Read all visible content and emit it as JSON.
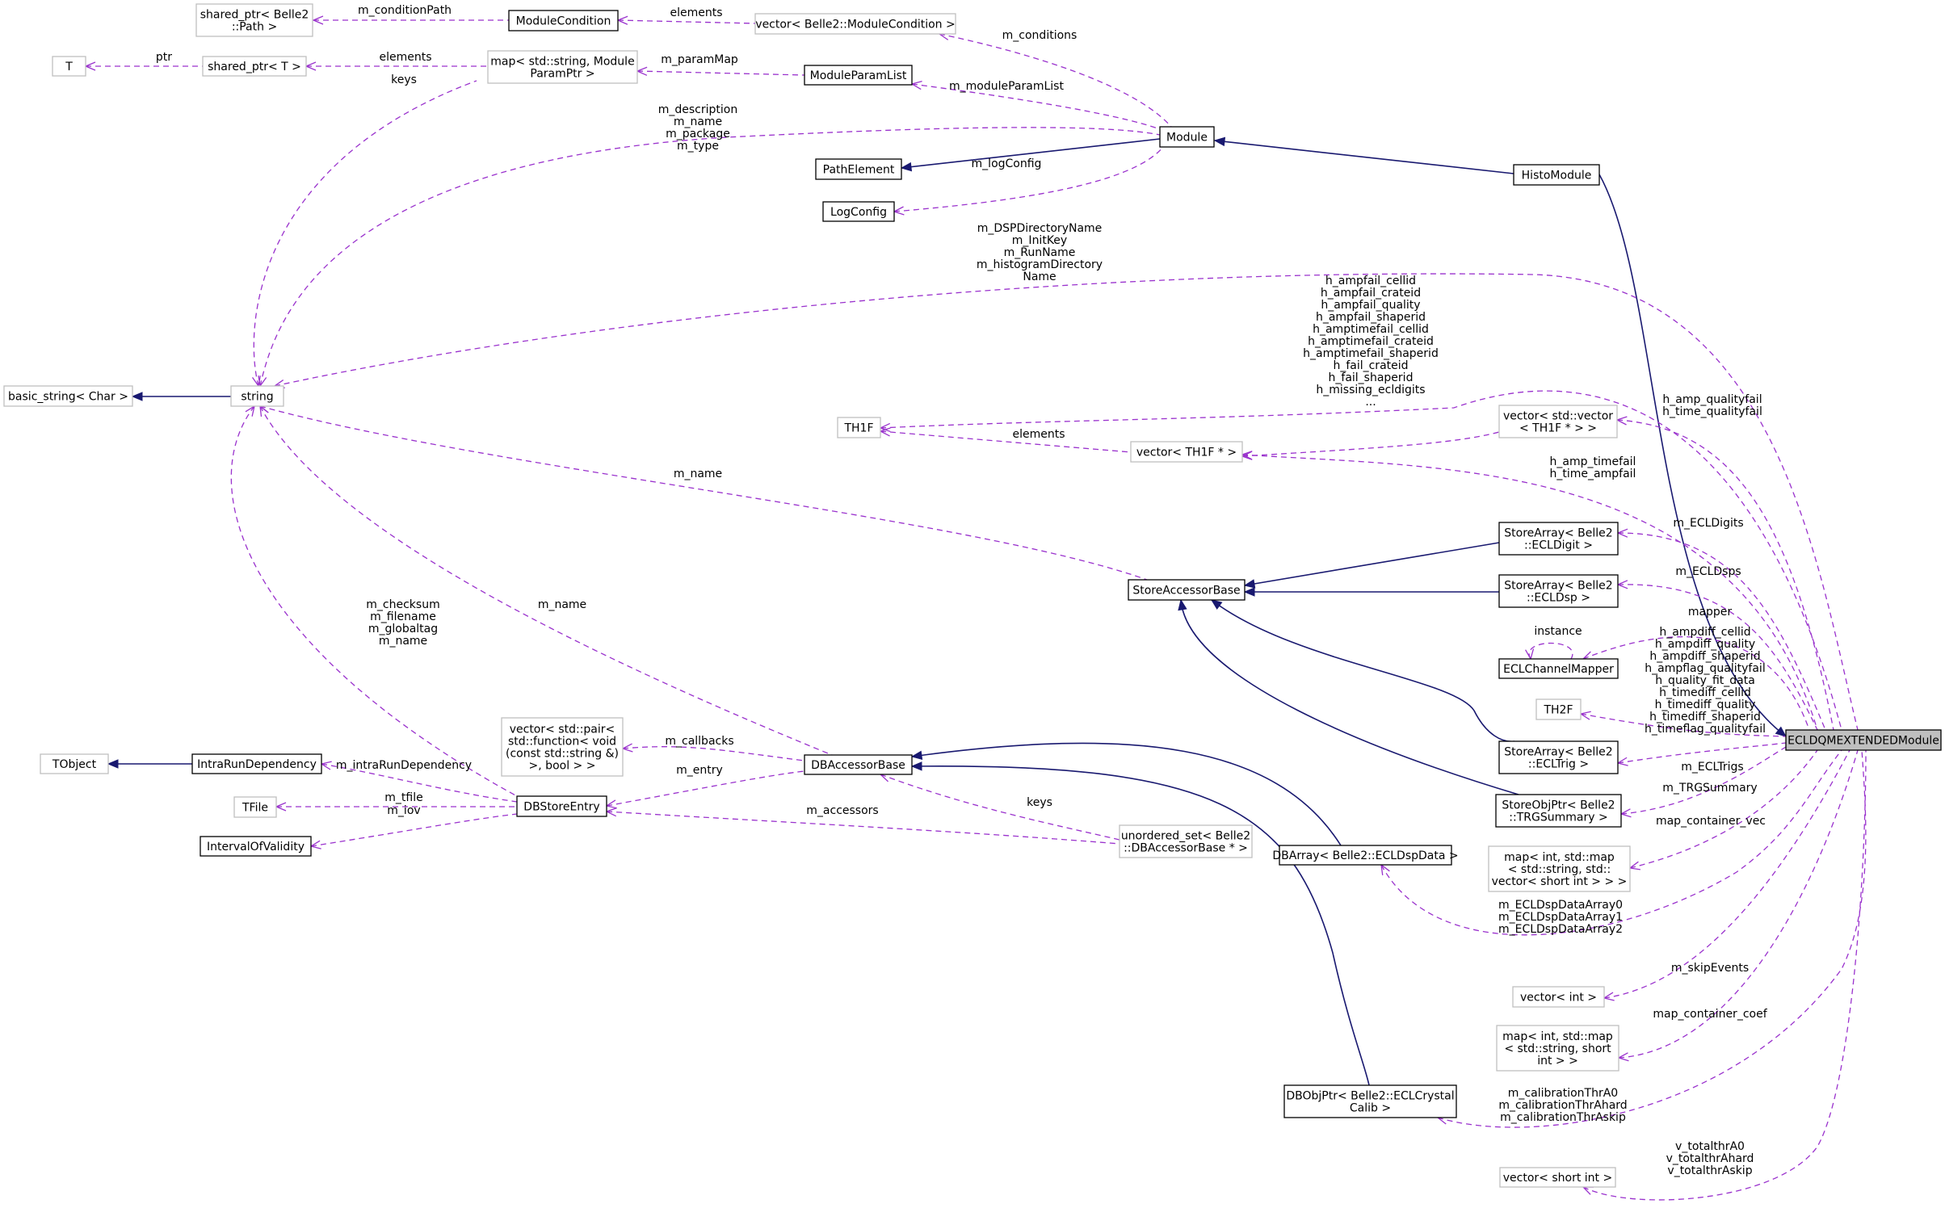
{
  "nodes": {
    "shared_ptr_path": [
      "shared_ptr< Belle2",
      "::Path >"
    ],
    "module_condition": [
      "ModuleCondition"
    ],
    "vector_module_condition": [
      "vector< Belle2::ModuleCondition >"
    ],
    "T": [
      "T"
    ],
    "shared_ptr_T": [
      "shared_ptr< T >"
    ],
    "map_string_module_param": [
      "map< std::string, Module",
      "ParamPtr >"
    ],
    "module_param_list": [
      "ModuleParamList"
    ],
    "module": [
      "Module"
    ],
    "path_element": [
      "PathElement"
    ],
    "log_config": [
      "LogConfig"
    ],
    "histo_module": [
      "HistoModule"
    ],
    "basic_string": [
      "basic_string< Char >"
    ],
    "string": [
      "string"
    ],
    "th1f": [
      "TH1F"
    ],
    "vector_th1f": [
      "vector< TH1F * >"
    ],
    "vector_vector_th1f": [
      "vector< std::vector",
      "< TH1F * > >"
    ],
    "store_array_ecldigit": [
      "StoreArray< Belle2",
      "::ECLDigit >"
    ],
    "store_accessor_base": [
      "StoreAccessorBase"
    ],
    "store_array_ecldsp": [
      "StoreArray< Belle2",
      "::ECLDsp >"
    ],
    "ecl_channel_mapper": [
      "ECLChannelMapper"
    ],
    "th2f": [
      "TH2F"
    ],
    "ecldqm_module": [
      "ECLDQMEXTENDEDModule"
    ],
    "store_array_ecltrig": [
      "StoreArray< Belle2",
      "::ECLTrig >"
    ],
    "store_obj_ptr_trgsummary": [
      "StoreObjPtr< Belle2",
      "::TRGSummary >"
    ],
    "vector_pair_function": [
      "vector< std::pair<",
      "std::function< void",
      "(const std::string &)",
      ">, bool > >"
    ],
    "db_accessor_base": [
      "DBAccessorBase"
    ],
    "tobject": [
      "TObject"
    ],
    "intra_run_dependency": [
      "IntraRunDependency"
    ],
    "tfile": [
      "TFile"
    ],
    "db_store_entry": [
      "DBStoreEntry"
    ],
    "interval_of_validity": [
      "IntervalOfValidity"
    ],
    "unordered_set_dbaccessor": [
      "unordered_set< Belle2",
      "::DBAccessorBase * >"
    ],
    "db_array_ecldspdata": [
      "DBArray< Belle2::ECLDspData >"
    ],
    "map_int_map_vector": [
      "map< int, std::map",
      "< std::string, std::",
      "vector< short int > > >"
    ],
    "vector_int": [
      "vector< int >"
    ],
    "map_int_map_short": [
      "map< int, std::map",
      "< std::string, short",
      "int > >"
    ],
    "db_obj_ptr_crystal": [
      "DBObjPtr< Belle2::ECLCrystal",
      "Calib >"
    ],
    "vector_short_int": [
      "vector< short int >"
    ]
  },
  "edge_labels": {
    "m_condition_path": [
      "m_conditionPath"
    ],
    "elements_conditions": [
      "elements"
    ],
    "m_conditions": [
      "m_conditions"
    ],
    "ptr": [
      "ptr"
    ],
    "elements_shared": [
      "elements"
    ],
    "m_param_map": [
      "m_paramMap"
    ],
    "keys_map": [
      "keys"
    ],
    "m_module_param_list": [
      "m_moduleParamList"
    ],
    "module_strings": [
      "m_description",
      "m_name",
      "m_package",
      "m_type"
    ],
    "m_log_config": [
      "m_logConfig"
    ],
    "dsp_strings": [
      "m_DSPDirectoryName",
      "m_InitKey",
      "m_RunName",
      "m_histogramDirectory",
      "Name"
    ],
    "th1f_members": [
      "h_ampfail_cellid",
      "h_ampfail_crateid",
      "h_ampfail_quality",
      "h_ampfail_shaperid",
      "h_amptimefail_cellid",
      "h_amptimefail_crateid",
      "h_amptimefail_shaperid",
      "h_fail_crateid",
      "h_fail_shaperid",
      "h_missing_ecldigits",
      "..."
    ],
    "elements_th1f": [
      "elements"
    ],
    "quality_fail": [
      "h_amp_qualityfail",
      "h_time_qualityfail"
    ],
    "time_ampfail": [
      "h_amp_timefail",
      "h_time_ampfail"
    ],
    "m_name_sab": [
      "m_name"
    ],
    "m_ecl_digits": [
      "m_ECLDigits"
    ],
    "m_ecl_dsps": [
      "m_ECLDsps"
    ],
    "m_name_dab": [
      "m_name"
    ],
    "mapper": [
      "mapper"
    ],
    "instance": [
      "instance"
    ],
    "th2f_members": [
      "h_ampdiff_cellid",
      "h_ampdiff_quality",
      "h_ampdiff_shaperid",
      "h_ampflag_qualityfail",
      "h_quality_fit_data",
      "h_timediff_cellid",
      "h_timediff_quality",
      "h_timediff_shaperid",
      "h_timeflag_qualityfail"
    ],
    "checksum_strings": [
      "m_checksum",
      "m_filename",
      "m_globaltag",
      "m_name"
    ],
    "m_callbacks": [
      "m_callbacks"
    ],
    "m_intra_run_dependency": [
      "m_intraRunDependency"
    ],
    "m_entry": [
      "m_entry"
    ],
    "m_ecl_trigs": [
      "m_ECLTrigs"
    ],
    "m_trg_summary": [
      "m_TRGSummary"
    ],
    "m_tfile": [
      "m_tfile"
    ],
    "m_iov": [
      "m_iov"
    ],
    "m_accessors": [
      "m_accessors"
    ],
    "keys_unordered": [
      "keys"
    ],
    "map_container_vec": [
      "map_container_vec"
    ],
    "dsp_data_arrays": [
      "m_ECLDspDataArray0",
      "m_ECLDspDataArray1",
      "m_ECLDspDataArray2"
    ],
    "m_skip_events": [
      "m_skipEvents"
    ],
    "map_container_coef": [
      "map_container_coef"
    ],
    "calibration": [
      "m_calibrationThrA0",
      "m_calibrationThrAhard",
      "m_calibrationThrAskip"
    ],
    "totalthr": [
      "v_totalthrA0",
      "v_totalthrAhard",
      "v_totalthrAskip"
    ]
  },
  "colors": {
    "inheritance_edge": "#191970",
    "usage_edge": "#9a32cd",
    "external_node_border": "#bfbfbf",
    "focus_node_fill": "#bfbfbf"
  }
}
